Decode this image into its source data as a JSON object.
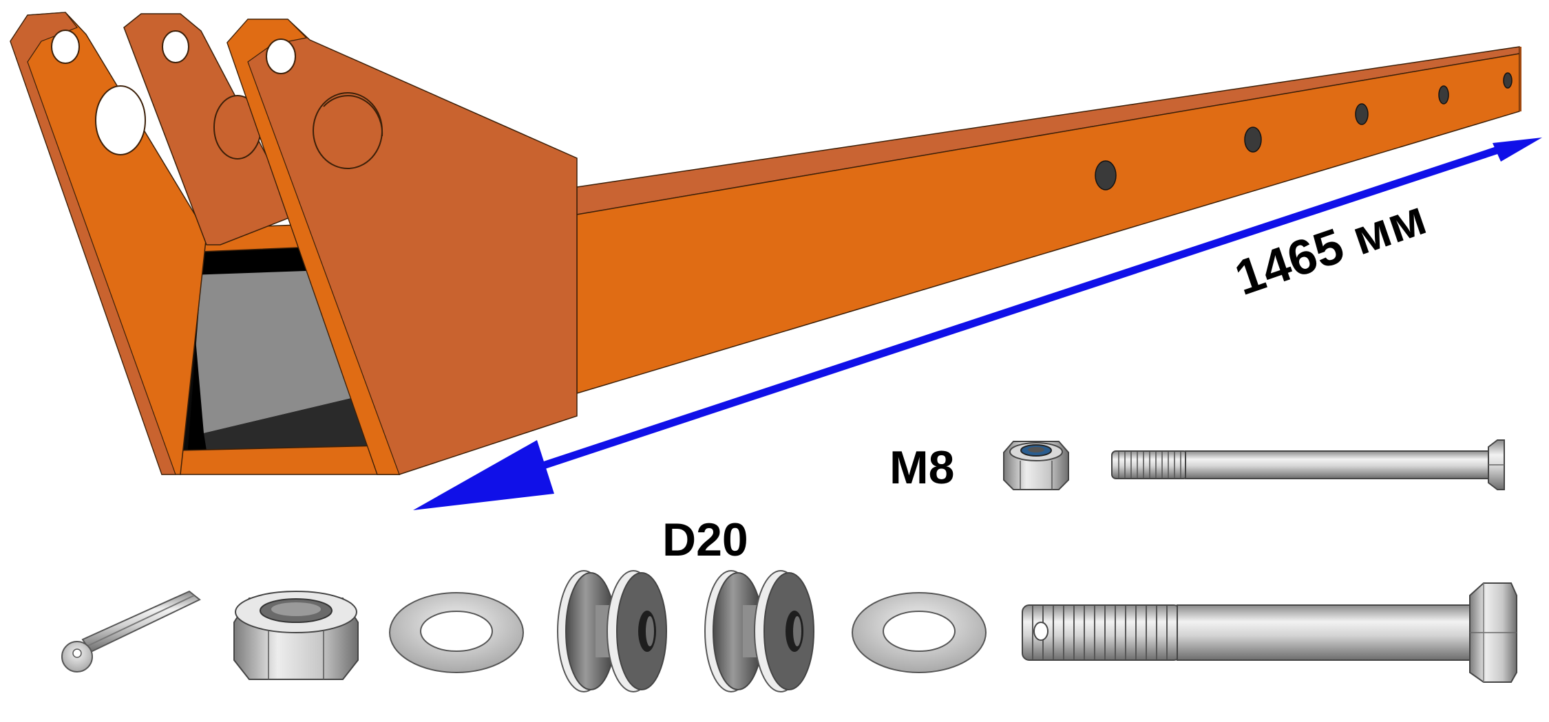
{
  "labels": {
    "length": "1465 мм",
    "small_bolt_size": "M8",
    "roller_diameter": "D20"
  },
  "colors": {
    "frame_orange": "#E06C14",
    "frame_top": "#C96433",
    "plate_orange": "#C9632F",
    "arrow_blue": "#1010E8",
    "steel_light": "#E4E4E4",
    "steel_dark": "#7A7A7A"
  },
  "icons": [
    "cotter-pin-icon",
    "hex-nut-icon",
    "washer-icon",
    "roller-icon",
    "hex-bolt-icon",
    "lock-nut-icon"
  ]
}
